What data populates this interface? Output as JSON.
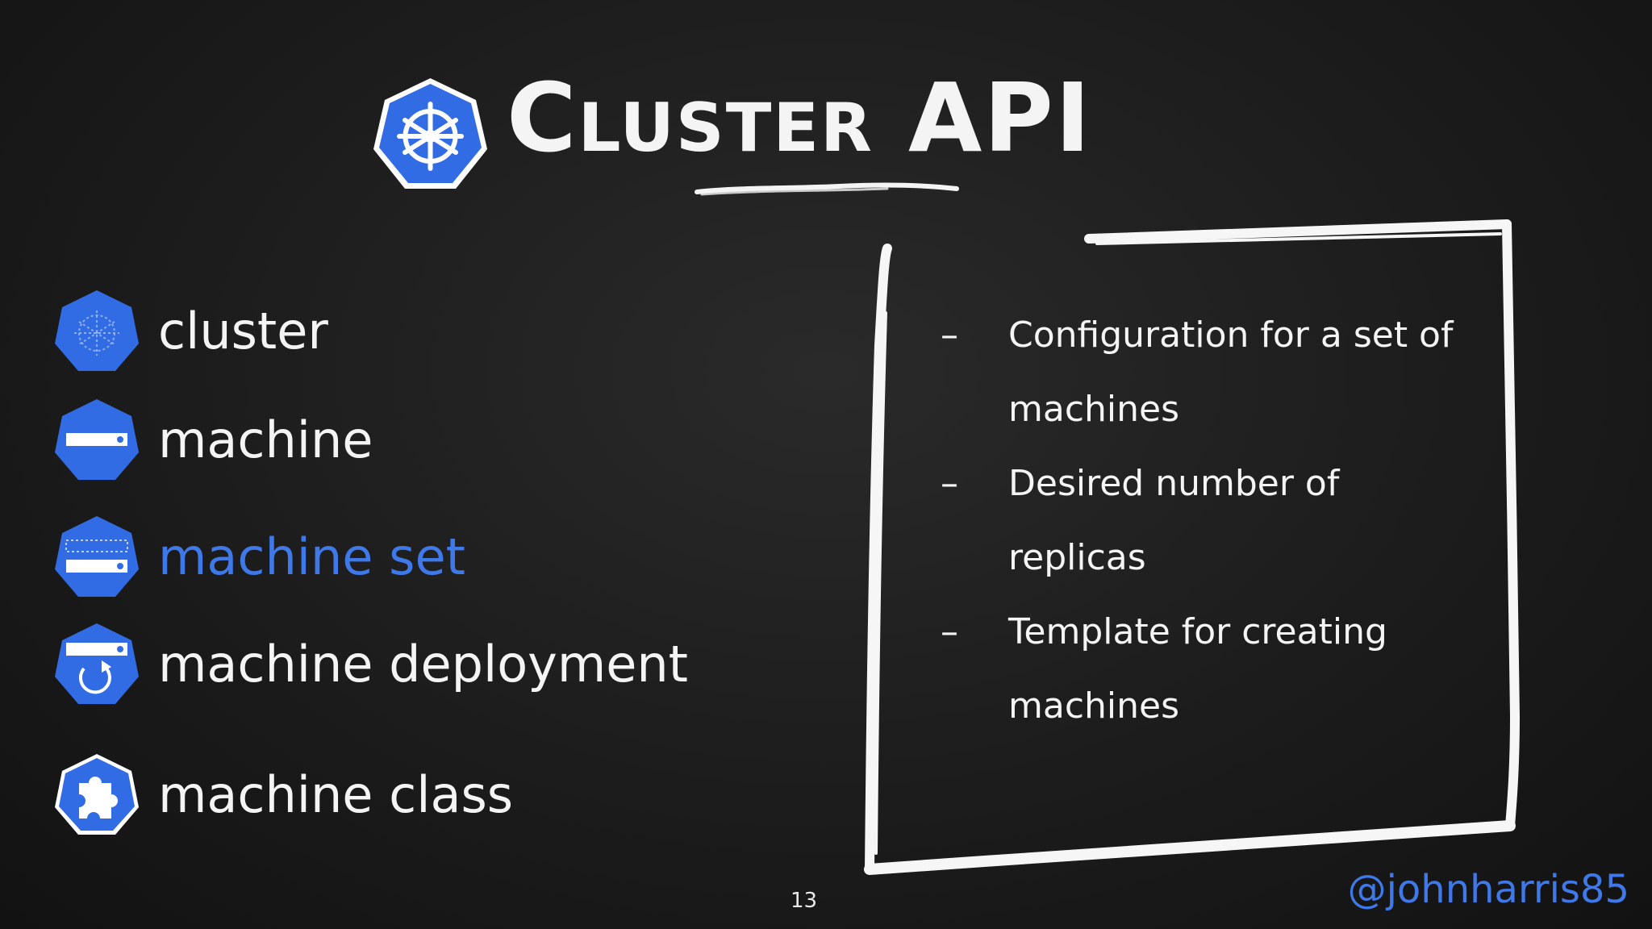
{
  "title": {
    "prefix": "Cluster",
    "suffix": "API",
    "logo_icon": "kubernetes-helm-icon"
  },
  "resources": [
    {
      "label": "cluster",
      "icon": "cluster-icon",
      "active": false
    },
    {
      "label": "machine",
      "icon": "machine-icon",
      "active": false
    },
    {
      "label": "machine set",
      "icon": "machine-set-icon",
      "active": true
    },
    {
      "label": "machine deployment",
      "icon": "machine-deployment-icon",
      "active": false
    },
    {
      "label": "machine class",
      "icon": "puzzle-piece-icon",
      "active": false
    }
  ],
  "description": {
    "dash": "–",
    "lines": [
      {
        "dash": true,
        "text": "Configuration for a set of"
      },
      {
        "dash": false,
        "text": "machines"
      },
      {
        "dash": true,
        "text": "Desired number of"
      },
      {
        "dash": false,
        "text": "replicas"
      },
      {
        "dash": true,
        "text": "Template for creating"
      },
      {
        "dash": false,
        "text": "machines"
      }
    ]
  },
  "page_number": "13",
  "twitter_handle": "@johnharris85",
  "colors": {
    "accent": "#3f78e8",
    "k8s_blue": "#326ce5",
    "text": "#f4f4f4",
    "background": "#1c1c1c"
  }
}
